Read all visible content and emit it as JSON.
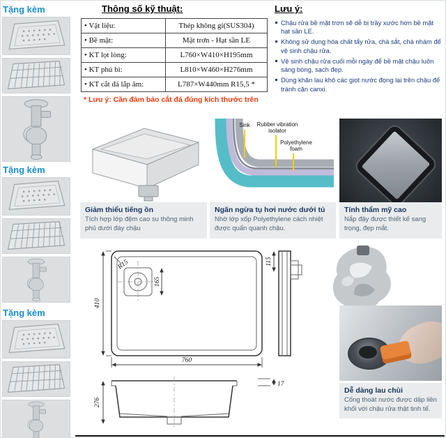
{
  "sidebar": {
    "groups": [
      {
        "label": "Tặng kèm"
      },
      {
        "label": "Tặng kèm"
      },
      {
        "label": "Tặng kèm"
      }
    ]
  },
  "specs": {
    "title": "Thông số kỹ thuật:",
    "rows": [
      {
        "label": "• Vật liệu:",
        "value": "Thép không gỉ(SUS304)"
      },
      {
        "label": "• Bề mặt:",
        "value": "Mặt trơn - Hạt sần LE"
      },
      {
        "label": "• KT lọt lòng:",
        "value": "L760×W410×H195mm"
      },
      {
        "label": "• KT phủ bì:",
        "value": "L810×W460×H276mm"
      },
      {
        "label": "• KT cắt đá lắp âm:",
        "value": "L787×W440mm R15,5 *"
      }
    ],
    "note": "* Lưu ý: Cần đảm bảo cắt đá đúng kích thước trên"
  },
  "notes": {
    "title": "Lưu ý:",
    "items": [
      "Chậu rửa bề mặt trơn sẽ dễ bị trầy xước hơn bề mặt hạt sần LE.",
      "Không sử dụng hóa chất tẩy rửa, chà sắt, chà nhám để vệ sinh chậu rửa.",
      "Vệ sinh chậu rửa cuối mỗi ngày để bề mặt chậu luôn sáng bóng, sạch đẹp.",
      "Dùng khăn lau khô các giọt nước đọng lại trên chậu để tránh cặn canxi."
    ]
  },
  "features": [
    {
      "title": "Giảm thiểu tiếng ồn",
      "desc": "Tích hợp lớp đệm cao su thông minh phủ dưới đáy chậu"
    },
    {
      "title": "Ngăn ngừa tụ hơi nước dưới tủ",
      "desc": "Nhờ lớp xốp Polyethylene cách nhiệt được quấn quanh chậu.",
      "labels": {
        "sink": "Sink",
        "rubber1": "Rubber vibration",
        "rubber2": "isolator",
        "foam1": "Polyethylene",
        "foam2": "foam"
      }
    },
    {
      "title": "Tính thẩm mỹ cao",
      "desc": "Nắp đậy được thiết kế sang trọng, đẹp mắt."
    }
  ],
  "clean_feature": {
    "title": "Dễ dàng lau chùi",
    "desc": "Cống thoát nước được dập liền khối với chậu rửa thật tinh tế."
  },
  "drawing": {
    "dims": {
      "r15": "R15",
      "d165": "165",
      "d115": "115",
      "d410": "410",
      "d760": "760",
      "d276": "276",
      "d17": "17"
    }
  },
  "colors": {
    "accent_blue": "#1a8fd1",
    "note_red": "#e8380d",
    "title_navy": "#17365d",
    "teal": "#55bdc7",
    "foam_lavender": "#c0bbd8",
    "sink_gray": "#a7adb4",
    "highlight_yellow": "#f2cf05",
    "sponge_orange": "#e8853b"
  }
}
